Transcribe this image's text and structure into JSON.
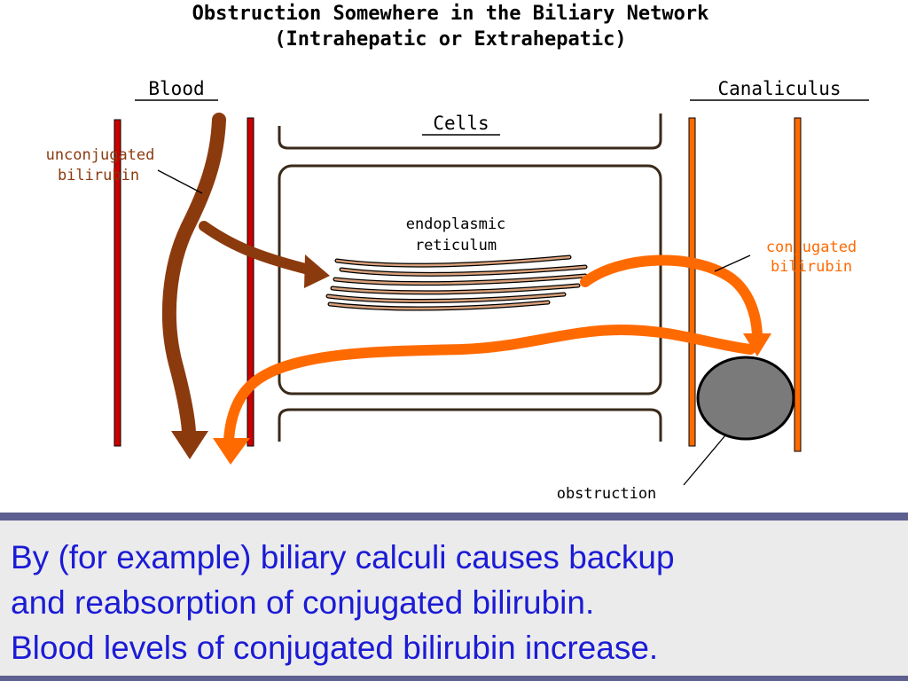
{
  "title": {
    "line1": "Obstruction Somewhere in the Biliary Network",
    "line2": "(Intrahepatic or Extrahepatic)"
  },
  "headers": {
    "blood": "Blood",
    "cells": "Cells",
    "canaliculus": "Canaliculus"
  },
  "labels": {
    "unconjugated_line1": "unconjugated",
    "unconjugated_line2": "bilirubin",
    "er_line1": "endoplasmic",
    "er_line2": "reticulum",
    "conjugated_line1": "conjugated",
    "conjugated_line2": "bilirubin",
    "obstruction": "obstruction"
  },
  "caption": {
    "line1": "By (for example) biliary calculi causes backup",
    "line2": "and reabsorption of conjugated bilirubin.",
    "line3": "Blood levels of conjugated bilirubin increase."
  },
  "colors": {
    "blood_vessel": "#cc0000",
    "canaliculus": "#ff6a00",
    "unconjugated": "#8b3a0e",
    "conjugated": "#ff6a00",
    "obstruction": "#7a7a7a",
    "caption_text": "#1b1bd6",
    "panel_border": "#5c5f8f"
  }
}
